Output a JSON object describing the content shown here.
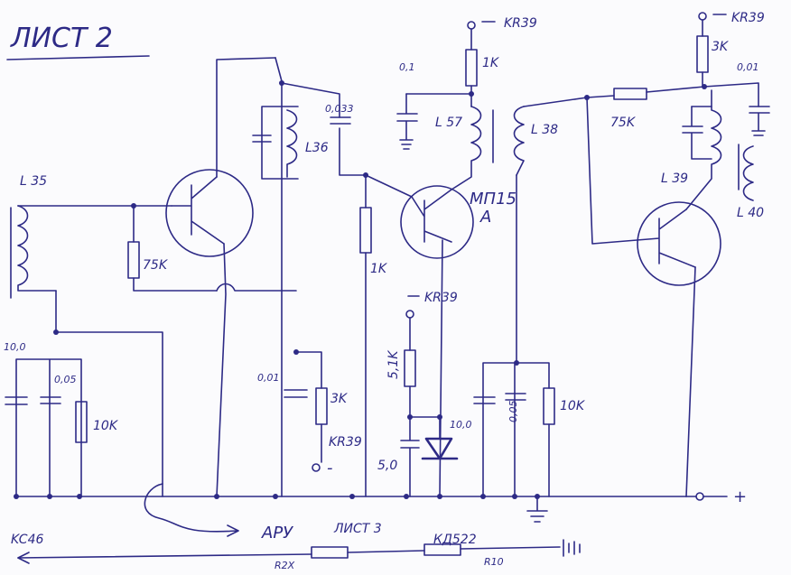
{
  "sheet": {
    "title": "ЛИСТ 2",
    "ink_color": "#2d2a86",
    "paper_color": "#fbfbfd"
  },
  "supply": {
    "top1": "KR39",
    "top2": "KR39",
    "mid": "KR39",
    "lower": "KR39",
    "plus": "+",
    "minus_lower": "-"
  },
  "components": {
    "c_01_top": "0,1",
    "r_1k_top": "1K",
    "l57": "L 57",
    "c_0033": "0,033",
    "l36": "L36",
    "l35": "L 35",
    "r_75k_left": "75K",
    "r_3k_top": "3K",
    "c_001_top": "0,01",
    "r_75k_right": "75K",
    "l38": "L 38",
    "l39": "L 39",
    "l40": "L 40",
    "transistor": "МП15",
    "transistor_suffix": "A",
    "r_1k_mid": "1K",
    "r_51k": "5,1K",
    "c_100_left": "10,0",
    "c_005_left": "0,05",
    "r_10k_left": "10K",
    "c_001_mid": "0,01",
    "r_3k_mid": "3K",
    "c_50": "5,0",
    "c_100_right": "10,0",
    "c_005_right": "0,05",
    "r_10k_right": "10K"
  },
  "bottom": {
    "kc46": "KC46",
    "apy": "АРУ",
    "list3": "ЛИСТ 3",
    "kd522": "КД522",
    "r2x": "R2Х",
    "r10": "R10"
  }
}
